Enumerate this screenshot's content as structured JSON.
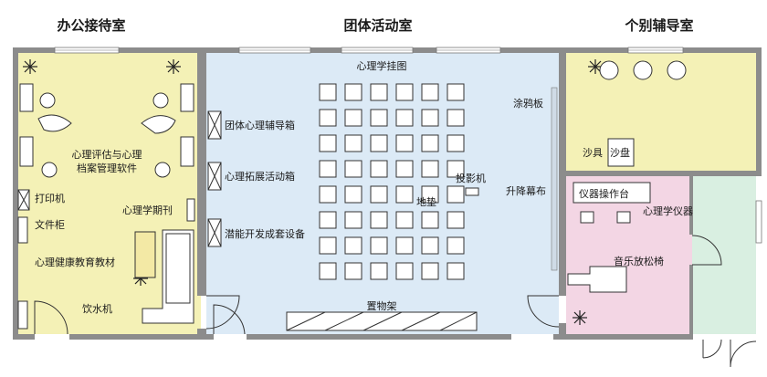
{
  "rooms": {
    "office": {
      "title": "办公接待室",
      "fill": "#f4f1b6"
    },
    "group": {
      "title": "团体活动室",
      "fill": "#dceaf6"
    },
    "counsel": {
      "title": "个别辅导室",
      "fill": "#f4f1b6"
    },
    "instrument": {
      "fill": "#f3d6e4"
    },
    "corridor": {
      "fill": "#d9efe1"
    }
  },
  "labels": {
    "assessment_software": [
      "心理评估与心理",
      "档案管理软件"
    ],
    "printer": "打印机",
    "periodicals": "心理学期刊",
    "file_cabinet": "文件柜",
    "education_materials": "心理健康教育教材",
    "water_dispenser": "饮水机",
    "wall_chart": "心理学挂图",
    "group_box": "团体心理辅导箱",
    "expansion_box": "心理拓展活动箱",
    "potential_kit": "潜能开发成套设备",
    "projector": "投影机",
    "mat": "地垫",
    "screen": "升降幕布",
    "graffiti_board": "涂鸦板",
    "shelf": "置物架",
    "sand_tools": "沙具",
    "sand_tray": "沙盘",
    "instrument_table": "仪器操作台",
    "psych_instruments": "心理学仪器",
    "music_chair": "音乐放松椅"
  },
  "colors": {
    "wall": "#8c8c8c",
    "window": "#ffffff",
    "line": "#333333"
  },
  "icons": [
    "plant-icon",
    "chair-icon",
    "desk-icon",
    "sofa-icon",
    "cabinet-icon",
    "projector-icon",
    "door-arc-icon"
  ]
}
